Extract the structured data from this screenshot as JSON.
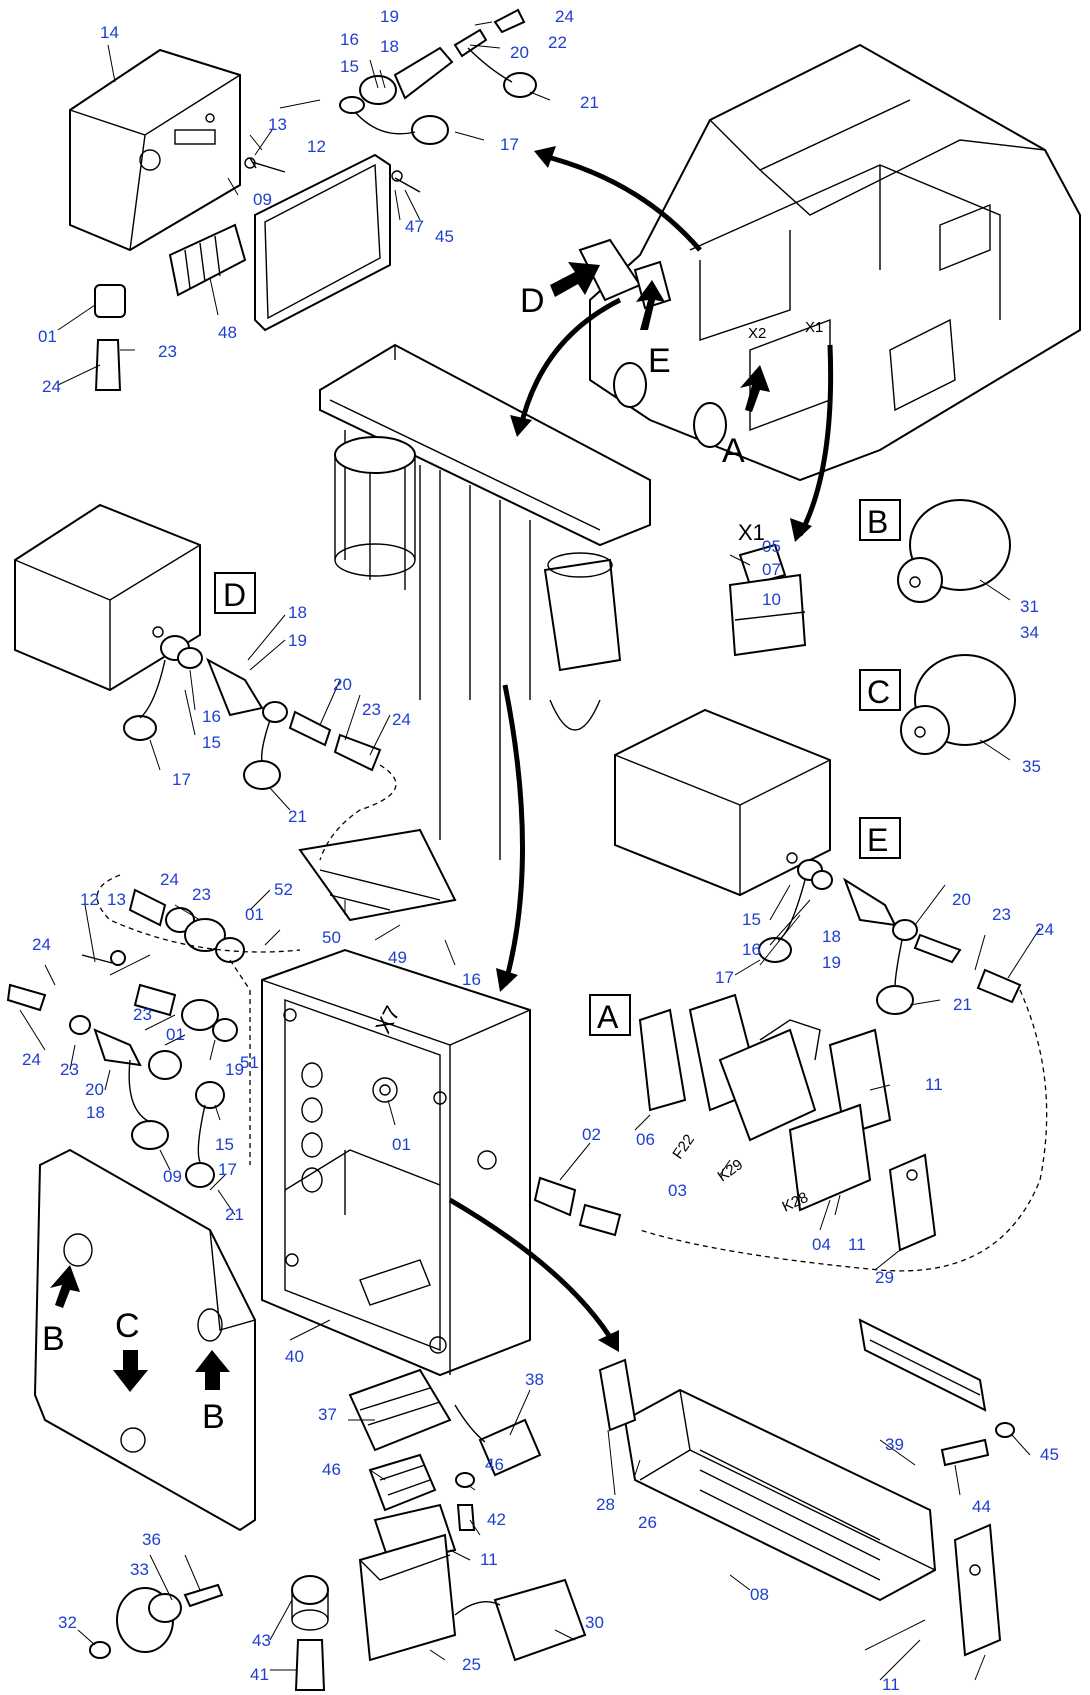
{
  "diagram": {
    "part_labels": [
      "14",
      "19",
      "24",
      "16",
      "18",
      "22",
      "15",
      "20",
      "21",
      "13",
      "12",
      "17",
      "09",
      "47",
      "45",
      "01",
      "23",
      "48",
      "24",
      "18",
      "19",
      "20",
      "23",
      "24",
      "16",
      "15",
      "17",
      "21",
      "05",
      "07",
      "10",
      "31",
      "34",
      "35",
      "20",
      "23",
      "24",
      "15",
      "18",
      "16",
      "19",
      "17",
      "21",
      "24",
      "23",
      "52",
      "01",
      "12",
      "13",
      "24",
      "23",
      "01",
      "24",
      "23",
      "20",
      "18",
      "19",
      "51",
      "50",
      "49",
      "16",
      "15",
      "17",
      "21",
      "09",
      "01",
      "02",
      "11",
      "06",
      "03",
      "04",
      "11",
      "29",
      "40",
      "38",
      "37",
      "39",
      "46",
      "46",
      "45",
      "44",
      "42",
      "11",
      "28",
      "26",
      "08",
      "36",
      "33",
      "32",
      "43",
      "30",
      "41",
      "25",
      "11"
    ],
    "view_labels": [
      "B",
      "C",
      "D",
      "E",
      "A"
    ],
    "callouts": [
      "D",
      "E",
      "A",
      "B",
      "C",
      "B"
    ],
    "connector_labels": [
      "X1",
      "X2",
      "X1",
      "X7"
    ],
    "relay_labels": [
      "F22",
      "K29",
      "K28"
    ]
  }
}
